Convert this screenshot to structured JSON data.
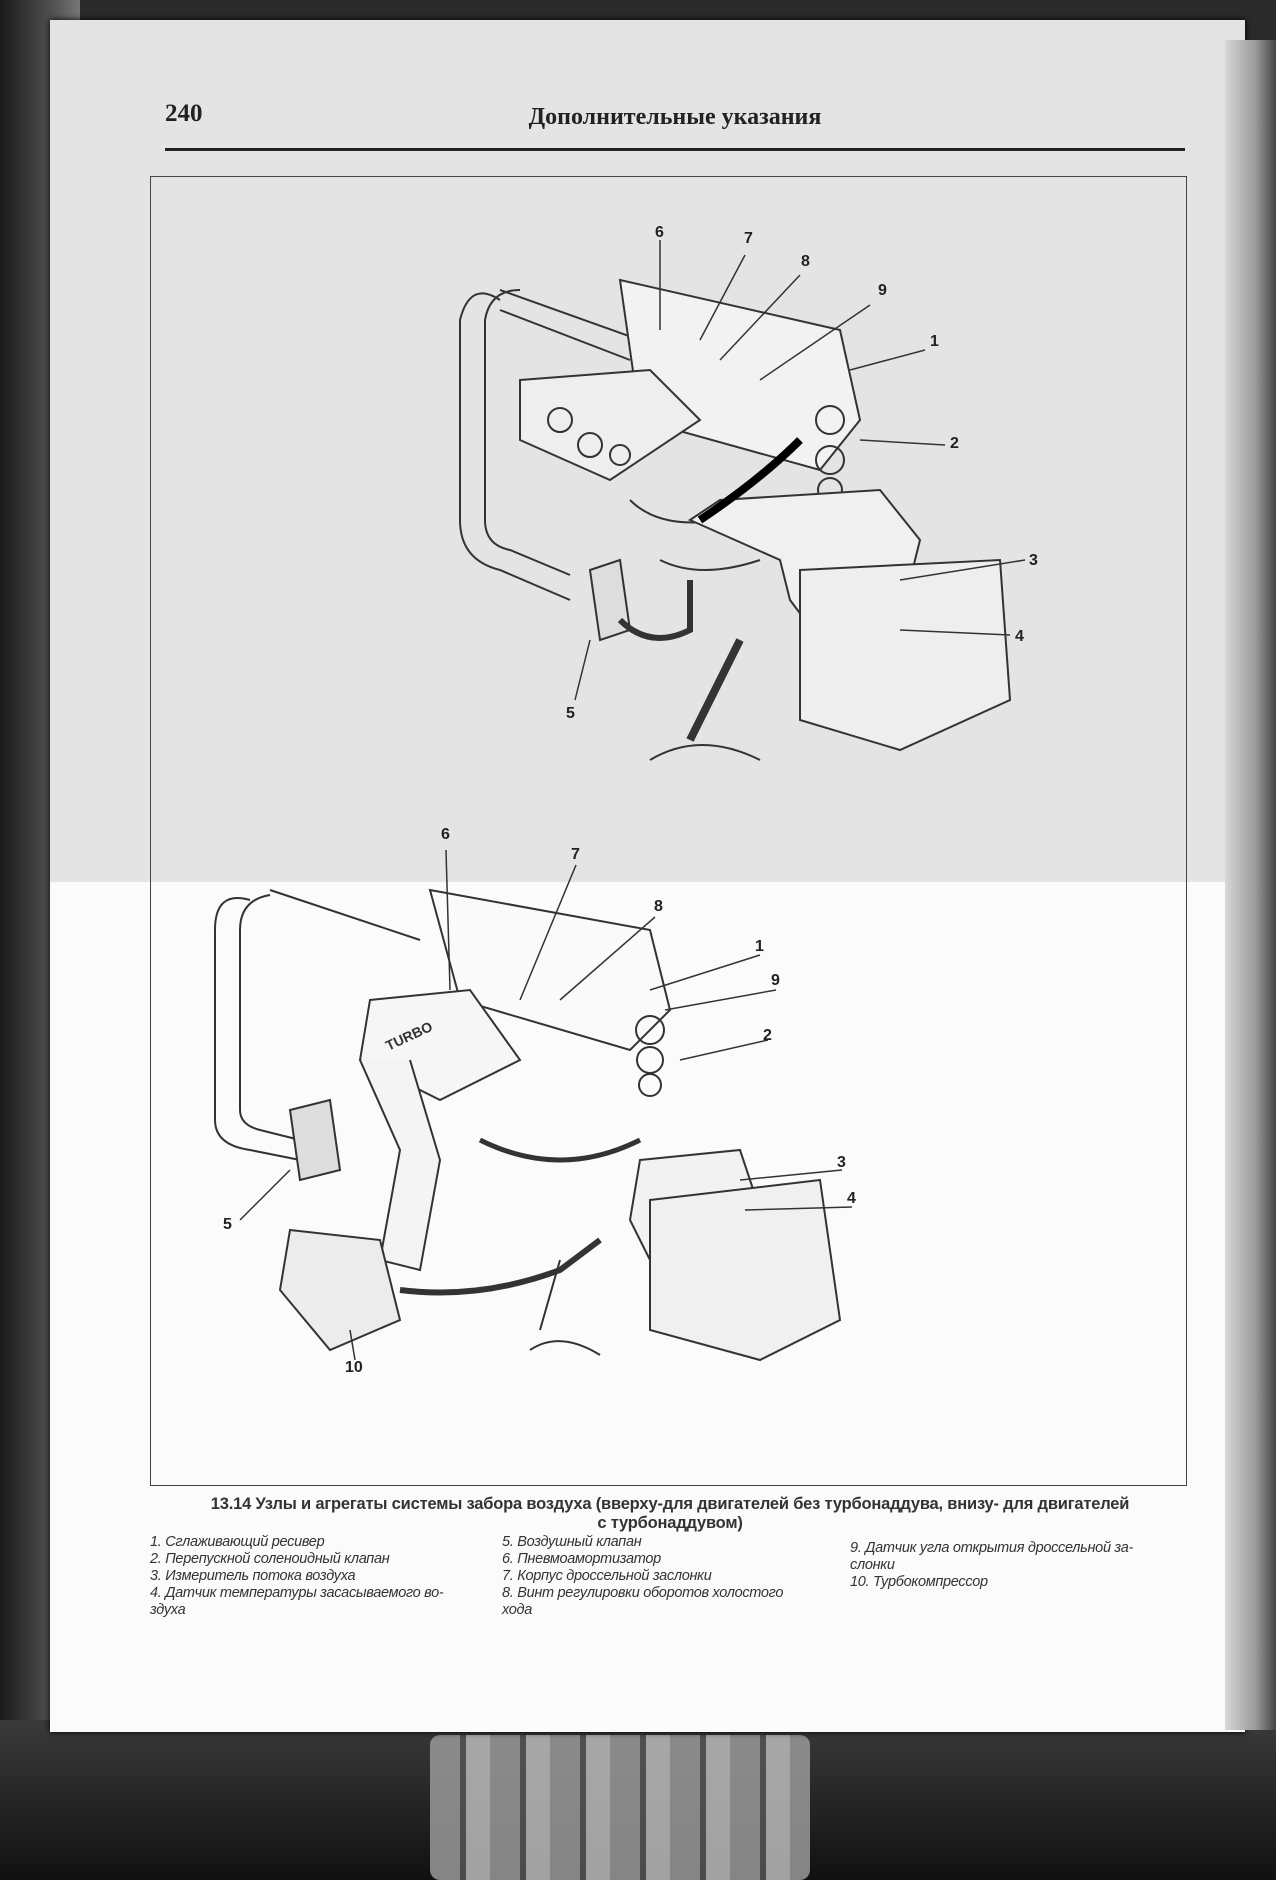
{
  "header": {
    "page_number": "240",
    "running_title": "Дополнительные указания"
  },
  "figure": {
    "upper_callouts": [
      "6",
      "7",
      "8",
      "9",
      "1",
      "2",
      "3",
      "4",
      "5"
    ],
    "lower_callouts": [
      "6",
      "7",
      "8",
      "1",
      "9",
      "2",
      "3",
      "4",
      "5",
      "10"
    ],
    "lower_engine_label": "TURBO"
  },
  "caption": {
    "title_line1": "13.14 Узлы и агрегаты системы забора воздуха (вверху-для двигателей без турбонаддува, внизу- для двигателей",
    "title_line2": "с турбонаддувом)",
    "legend_col1": [
      "1. Сглаживающий ресивер",
      "2. Перепускной соленоидный клапан",
      "3. Измеритель потока воздуха",
      "4. Датчик температуры засасываемого во-",
      "здуха"
    ],
    "legend_col2": [
      "5. Воздушный клапан",
      "6. Пневмоамортизатор",
      "7. Корпус дроссельной заслонки",
      "8. Винт регулировки оборотов холостого",
      "хода"
    ],
    "legend_col3": [
      "9. Датчик угла открытия дроссельной за-",
      "слонки",
      "10. Турбокомпрессор"
    ]
  }
}
